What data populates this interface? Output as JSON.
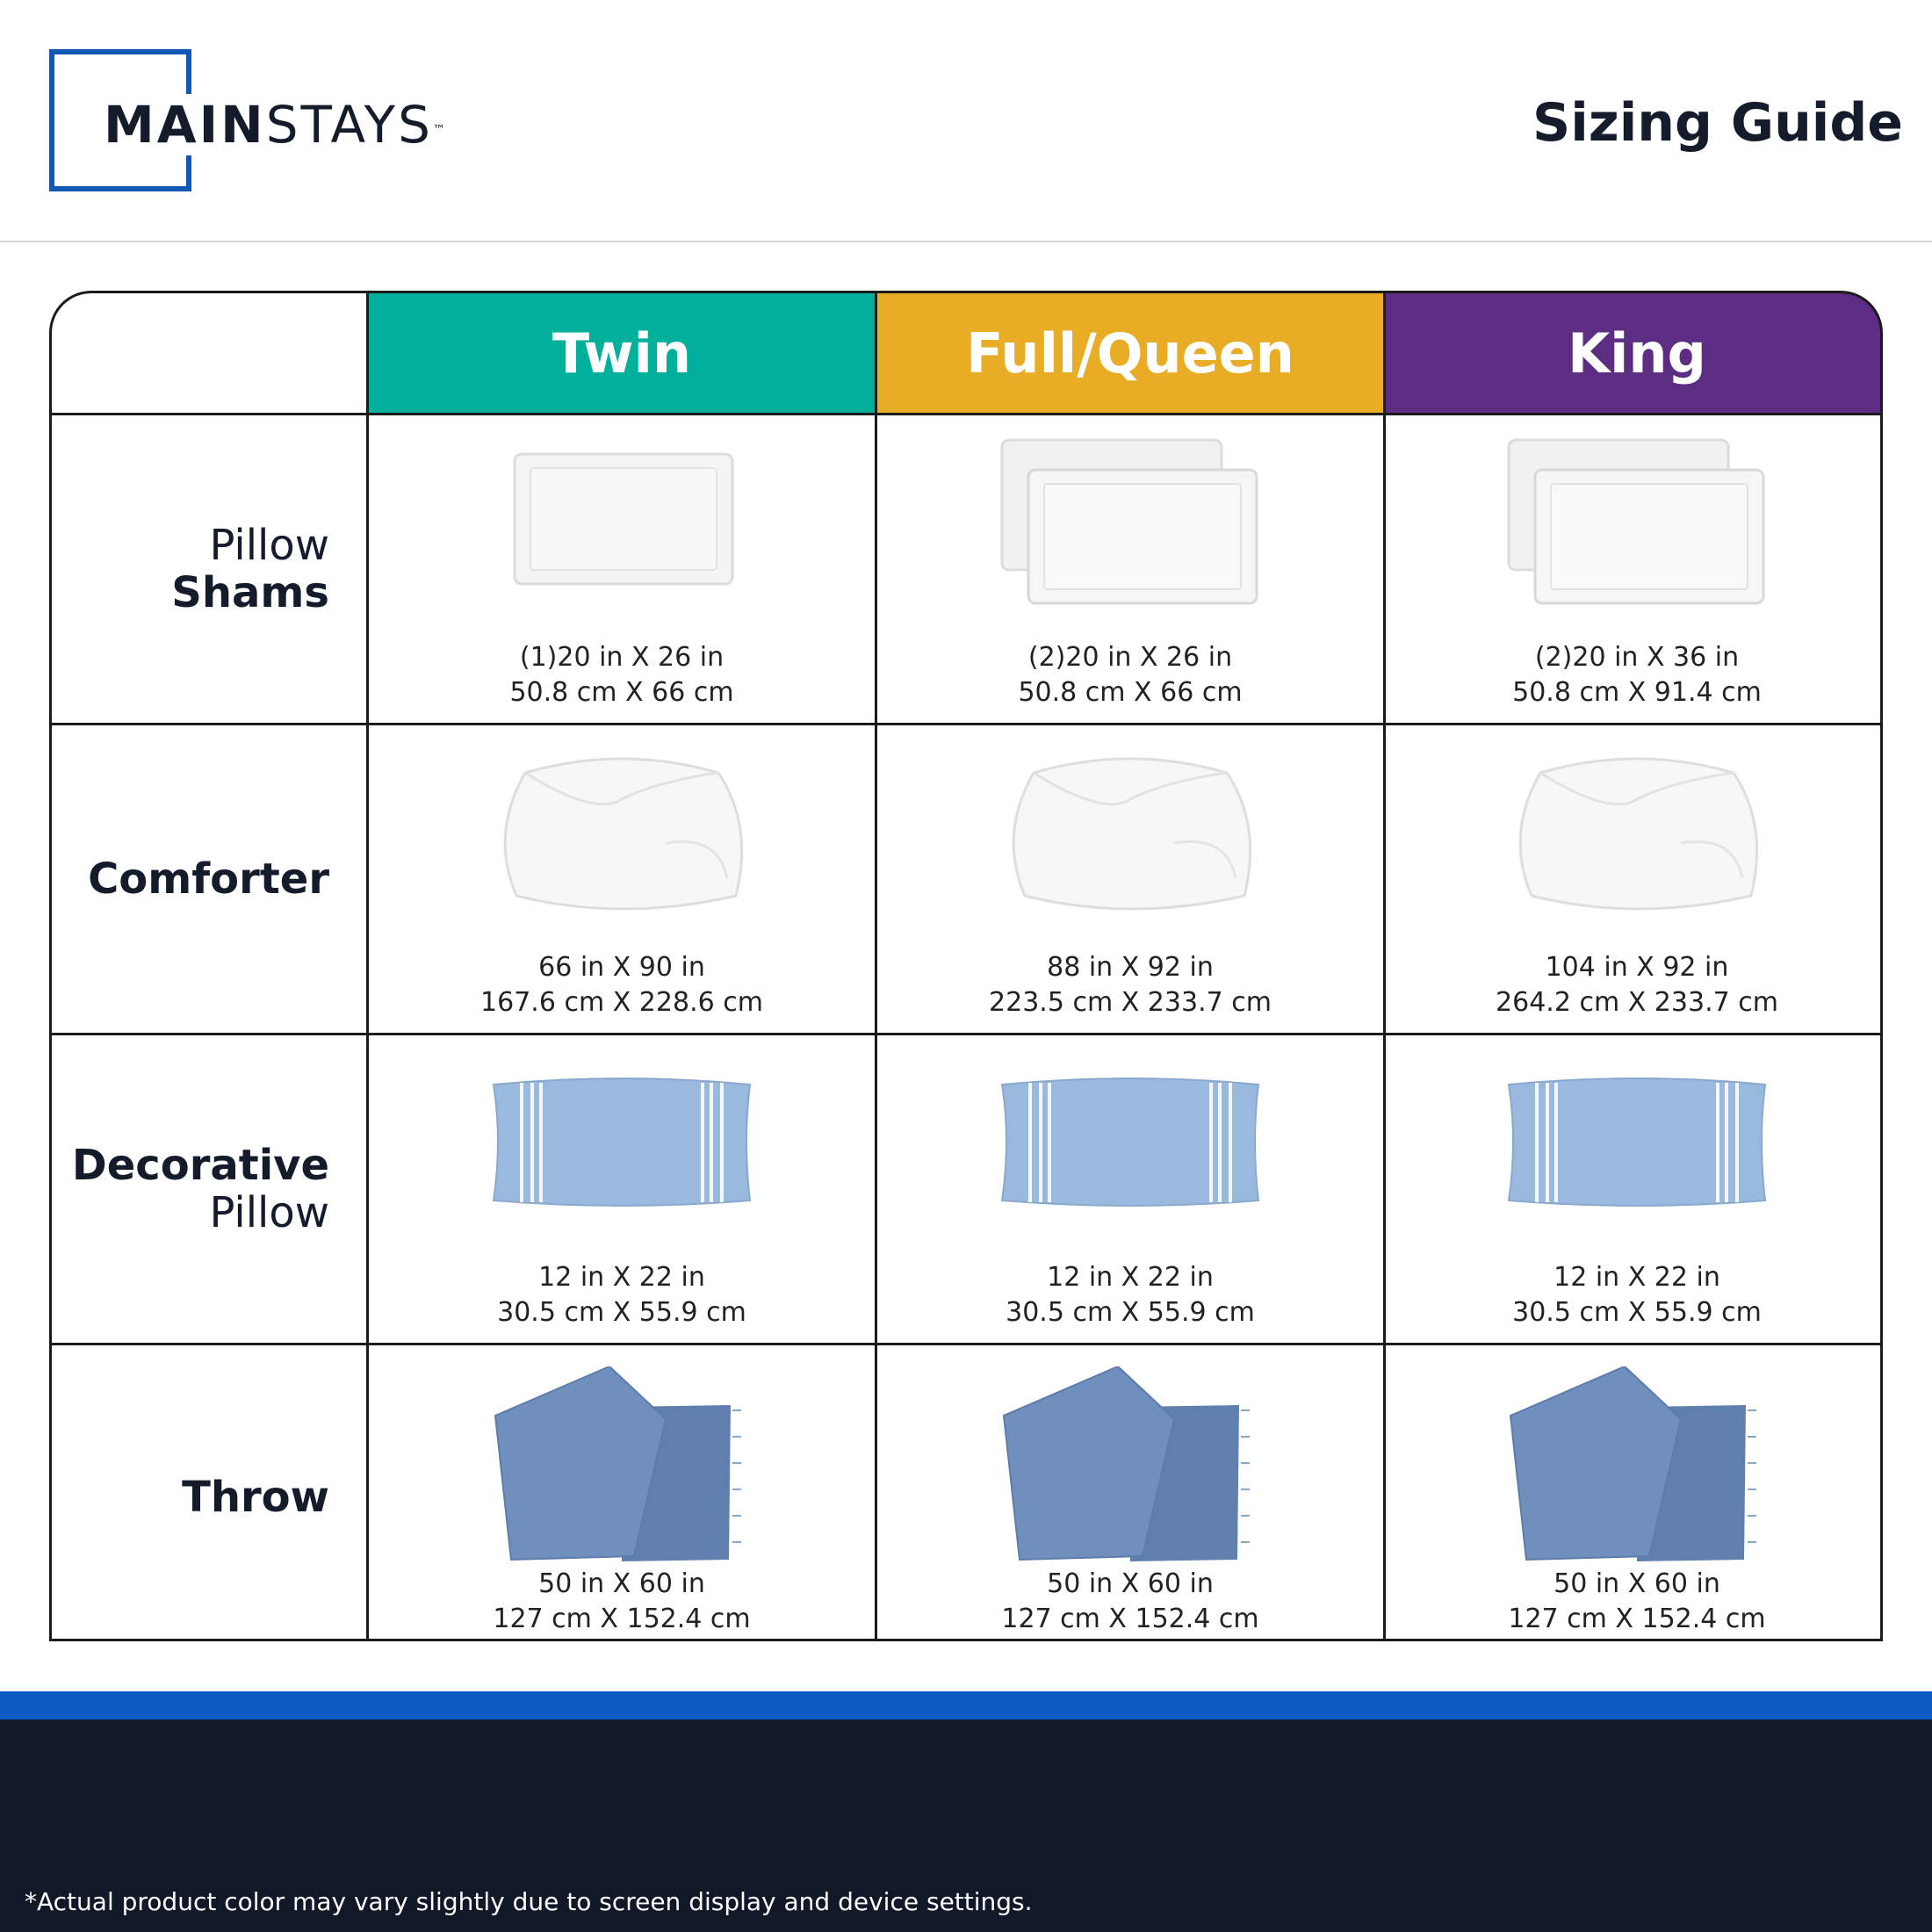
{
  "brand": {
    "name_bold": "MAIN",
    "name_light": "STAYS",
    "trademark": "™",
    "color": "#1358b5"
  },
  "page_title": "Sizing Guide",
  "columns": [
    {
      "label": "Twin",
      "color": "#00b09b"
    },
    {
      "label": "Full/Queen",
      "color": "#e8ac25"
    },
    {
      "label": "King",
      "color": "#5c2d83"
    }
  ],
  "rows": [
    {
      "label_line1": "Pillow",
      "label_line2": "Shams",
      "icon": "pillow-sham-icon",
      "cells": [
        {
          "line1": "(1)20 in X 26 in",
          "line2": "50.8 cm X 66 cm"
        },
        {
          "line1": "(2)20 in X 26 in",
          "line2": "50.8 cm X 66 cm"
        },
        {
          "line1": "(2)20 in X 36 in",
          "line2": "50.8 cm X 91.4 cm"
        }
      ]
    },
    {
      "label_line1": "Comforter",
      "icon": "comforter-icon",
      "cells": [
        {
          "line1": "66 in X 90 in",
          "line2": "167.6 cm X 228.6 cm"
        },
        {
          "line1": "88 in X 92 in",
          "line2": "223.5 cm X 233.7 cm"
        },
        {
          "line1": "104 in X 92 in",
          "line2": "264.2 cm X 233.7 cm"
        }
      ]
    },
    {
      "label_line1": "Decorative",
      "label_line2": "Pillow",
      "icon": "decorative-pillow-icon",
      "cells": [
        {
          "line1": "12 in X 22 in",
          "line2": "30.5 cm X 55.9 cm"
        },
        {
          "line1": "12 in X 22 in",
          "line2": "30.5 cm X 55.9 cm"
        },
        {
          "line1": "12 in X 22 in",
          "line2": "30.5 cm X 55.9 cm"
        }
      ]
    },
    {
      "label_line1": "Throw",
      "icon": "throw-blanket-icon",
      "cells": [
        {
          "line1": "50 in X 60 in",
          "line2": "127 cm X 152.4 cm"
        },
        {
          "line1": "50 in X 60 in",
          "line2": "127 cm X 152.4 cm"
        },
        {
          "line1": "50 in X 60 in",
          "line2": "127 cm X 152.4 cm"
        }
      ]
    }
  ],
  "disclaimer": "*Actual product color may vary slightly due to screen display and device settings.",
  "colors": {
    "footer_band": "#0d5bc4",
    "footer": "#111827",
    "pillow_blue": "#9ab9de",
    "throw_blue": "#6f8fbd"
  }
}
